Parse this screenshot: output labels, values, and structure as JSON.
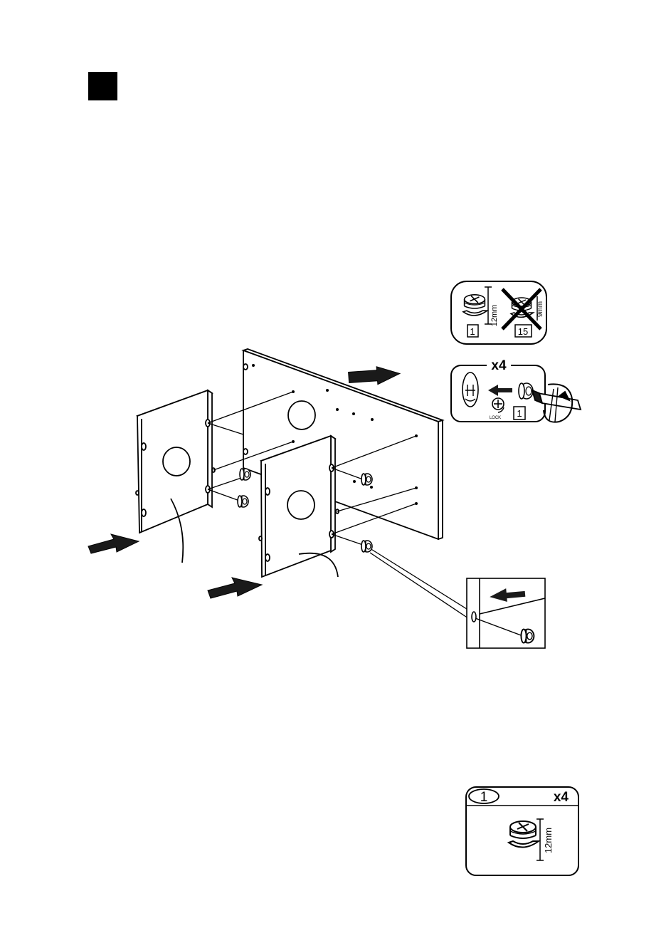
{
  "page": {
    "step_marker": "step-number-block"
  },
  "callout_size_check": {
    "good": {
      "length": "12mm",
      "part_number": "1"
    },
    "bad": {
      "length": "9mm",
      "part_number": "15"
    }
  },
  "callout_lock": {
    "quantity": "x4",
    "lock_label": "LOCK",
    "part_number": "1"
  },
  "parts_box": {
    "part_number": "1",
    "quantity": "x4",
    "length": "12mm"
  },
  "colors": {
    "ink": "#000000",
    "paper": "#ffffff",
    "arrow_fill": "#1a1a1a"
  }
}
